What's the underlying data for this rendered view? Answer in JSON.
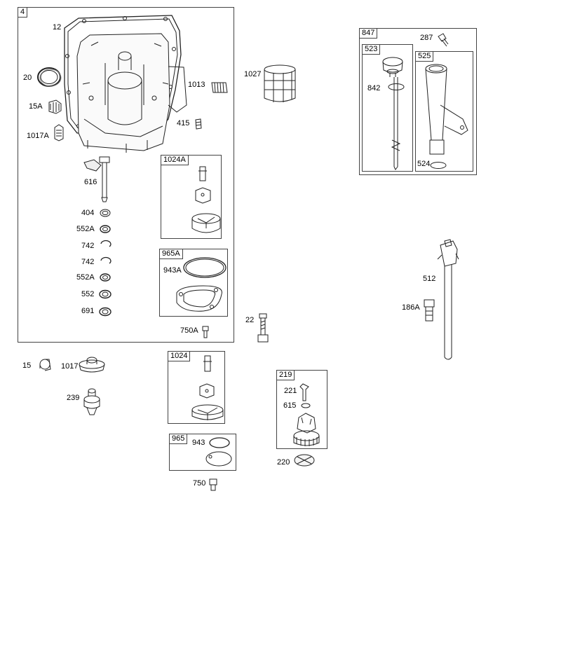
{
  "boxes": {
    "b4": "4",
    "b1024A": "1024A",
    "b965A": "965A",
    "b847": "847",
    "b523": "523",
    "b525": "525",
    "b1024": "1024",
    "b965": "965",
    "b219": "219"
  },
  "labels": {
    "l12": "12",
    "l20": "20",
    "l15A": "15A",
    "l1017A": "1017A",
    "l1013": "1013",
    "l415": "415",
    "l616": "616",
    "l404": "404",
    "l552A_1": "552A",
    "l742_1": "742",
    "l742_2": "742",
    "l552A_2": "552A",
    "l552": "552",
    "l691": "691",
    "l943A": "943A",
    "l750A": "750A",
    "l1027": "1027",
    "l287": "287",
    "l842": "842",
    "l524": "524",
    "l512": "512",
    "l186A": "186A",
    "l22": "22",
    "l15": "15",
    "l1017": "1017",
    "l239": "239",
    "l943": "943",
    "l750": "750",
    "l221": "221",
    "l615": "615",
    "l220": "220"
  }
}
